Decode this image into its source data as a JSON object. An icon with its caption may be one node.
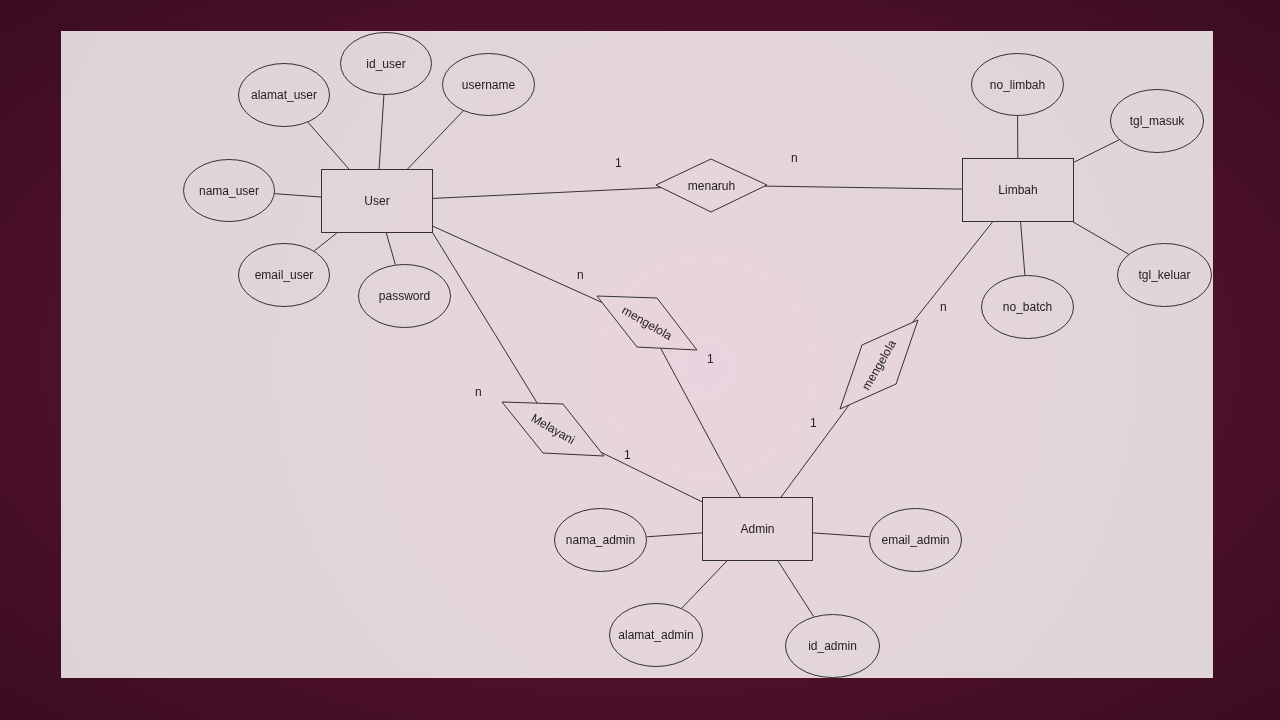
{
  "diagram": {
    "nodes": [
      {
        "text": [
          "User"
        ]
      },
      {
        "text": [
          "id_user"
        ]
      },
      {
        "text": [
          "alamat_user"
        ]
      },
      {
        "text": [
          "username"
        ]
      },
      {
        "text": [
          "nama_user"
        ]
      },
      {
        "text": [
          "email_user"
        ]
      },
      {
        "text": [
          "password"
        ]
      },
      {
        "text": [
          "menaruh"
        ]
      },
      {
        "text": [
          "Limbah"
        ]
      },
      {
        "text": [
          "no_limbah"
        ]
      },
      {
        "text": [
          "tgl_masuk"
        ]
      },
      {
        "text": [
          "tgl_keluar"
        ]
      },
      {
        "text": [
          "no_batch"
        ]
      },
      {
        "text": [
          "mengelola"
        ]
      },
      {
        "text": [
          "Melayani"
        ]
      },
      {
        "text": [
          "mengelola"
        ]
      },
      {
        "text": [
          "Admin"
        ]
      },
      {
        "text": [
          "nama_admin"
        ]
      },
      {
        "text": [
          "email_admin"
        ]
      },
      {
        "text": [
          "alamat_admin"
        ]
      },
      {
        "text": [
          "id_admin"
        ]
      }
    ],
    "edges": [
      {
        "from": 0,
        "to": 1,
        "arrow": "none"
      },
      {
        "from": 0,
        "to": 2,
        "arrow": "none"
      },
      {
        "from": 0,
        "to": 3,
        "arrow": "none"
      },
      {
        "from": 0,
        "to": 4,
        "arrow": "none"
      },
      {
        "from": 0,
        "to": 5,
        "arrow": "none"
      },
      {
        "from": 0,
        "to": 6,
        "arrow": "none"
      },
      {
        "from": 0,
        "to": 7,
        "arrow": "none"
      },
      {
        "from": 7,
        "to": 8,
        "arrow": "none"
      },
      {
        "from": 8,
        "to": 9,
        "arrow": "none"
      },
      {
        "from": 8,
        "to": 10,
        "arrow": "none"
      },
      {
        "from": 8,
        "to": 11,
        "arrow": "none"
      },
      {
        "from": 8,
        "to": 12,
        "arrow": "none"
      },
      {
        "from": 0,
        "to": 13,
        "arrow": "none"
      },
      {
        "from": 13,
        "to": 16,
        "arrow": "none"
      },
      {
        "from": 0,
        "to": 14,
        "arrow": "none"
      },
      {
        "from": 14,
        "to": 16,
        "arrow": "none"
      },
      {
        "from": 8,
        "to": 15,
        "arrow": "none"
      },
      {
        "from": 15,
        "to": 16,
        "arrow": "none"
      },
      {
        "from": 16,
        "to": 17,
        "arrow": "none"
      },
      {
        "from": 16,
        "to": 18,
        "arrow": "none"
      },
      {
        "from": 16,
        "to": 19,
        "arrow": "none"
      },
      {
        "from": 16,
        "to": 20,
        "arrow": "none"
      }
    ],
    "labels": [
      "1",
      "n",
      "n",
      "n",
      "1",
      "n",
      "1",
      "1"
    ]
  }
}
